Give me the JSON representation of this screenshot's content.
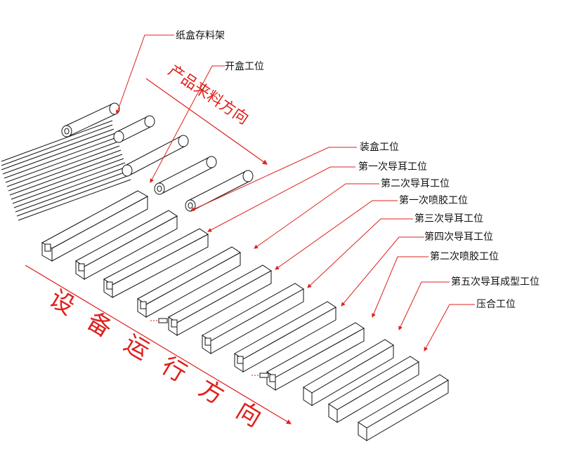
{
  "accent_color": "#e0201c",
  "line_color": "#111111",
  "labels": {
    "rack": "纸盒存料架",
    "open_box": "开盒工位",
    "boxing": "装盒工位",
    "ear_1": "第一次导耳工位",
    "ear_2": "第二次导耳工位",
    "glue_1": "第一次喷胶工位",
    "ear_3": "第三次导耳工位",
    "ear_4": "第四次导耳工位",
    "glue_2": "第二次喷胶工位",
    "ear_5": "第五次导耳成型工位",
    "press": "压合工位"
  },
  "directions": {
    "product_feed": "产品来料方向",
    "equipment_run": "设备运行方向"
  }
}
